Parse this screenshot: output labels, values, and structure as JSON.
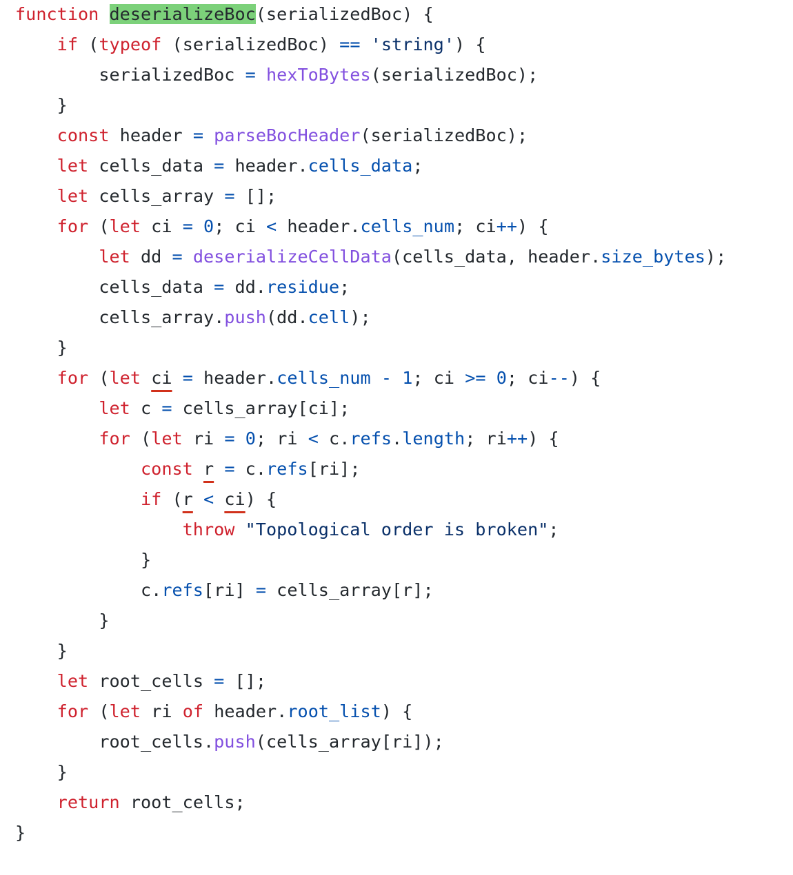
{
  "colors": {
    "keyword": "#cf222e",
    "function": "#8250df",
    "property": "#0550ae",
    "number": "#0550ae",
    "operator": "#0550ae",
    "string": "#0a3069",
    "text": "#24292e",
    "highlight": "#7cd17a",
    "underline": "#d1311b"
  },
  "code": {
    "lines": [
      {
        "tokens": [
          {
            "t": "function",
            "k": "kw"
          },
          {
            "t": " ",
            "k": "plain"
          },
          {
            "t": "deserializeBoc",
            "k": "plain",
            "hl": true
          },
          {
            "t": "(serializedBoc) {",
            "k": "plain"
          }
        ]
      },
      {
        "tokens": [
          {
            "t": "    ",
            "k": "plain"
          },
          {
            "t": "if",
            "k": "kw"
          },
          {
            "t": " (",
            "k": "plain"
          },
          {
            "t": "typeof",
            "k": "kw"
          },
          {
            "t": " (serializedBoc) ",
            "k": "plain"
          },
          {
            "t": "==",
            "k": "op"
          },
          {
            "t": " ",
            "k": "plain"
          },
          {
            "t": "'string'",
            "k": "str"
          },
          {
            "t": ") {",
            "k": "plain"
          }
        ]
      },
      {
        "tokens": [
          {
            "t": "        serializedBoc ",
            "k": "plain"
          },
          {
            "t": "=",
            "k": "op"
          },
          {
            "t": " ",
            "k": "plain"
          },
          {
            "t": "hexToBytes",
            "k": "fn"
          },
          {
            "t": "(serializedBoc);",
            "k": "plain"
          }
        ]
      },
      {
        "tokens": [
          {
            "t": "    }",
            "k": "plain"
          }
        ]
      },
      {
        "tokens": [
          {
            "t": "    ",
            "k": "plain"
          },
          {
            "t": "const",
            "k": "kw"
          },
          {
            "t": " header ",
            "k": "plain"
          },
          {
            "t": "=",
            "k": "op"
          },
          {
            "t": " ",
            "k": "plain"
          },
          {
            "t": "parseBocHeader",
            "k": "fn"
          },
          {
            "t": "(serializedBoc);",
            "k": "plain"
          }
        ]
      },
      {
        "tokens": [
          {
            "t": "    ",
            "k": "plain"
          },
          {
            "t": "let",
            "k": "kw"
          },
          {
            "t": " cells_data ",
            "k": "plain"
          },
          {
            "t": "=",
            "k": "op"
          },
          {
            "t": " header.",
            "k": "plain"
          },
          {
            "t": "cells_data",
            "k": "prop"
          },
          {
            "t": ";",
            "k": "plain"
          }
        ]
      },
      {
        "tokens": [
          {
            "t": "    ",
            "k": "plain"
          },
          {
            "t": "let",
            "k": "kw"
          },
          {
            "t": " cells_array ",
            "k": "plain"
          },
          {
            "t": "=",
            "k": "op"
          },
          {
            "t": " [];",
            "k": "plain"
          }
        ]
      },
      {
        "tokens": [
          {
            "t": "    ",
            "k": "plain"
          },
          {
            "t": "for",
            "k": "kw"
          },
          {
            "t": " (",
            "k": "plain"
          },
          {
            "t": "let",
            "k": "kw"
          },
          {
            "t": " ci ",
            "k": "plain"
          },
          {
            "t": "=",
            "k": "op"
          },
          {
            "t": " ",
            "k": "plain"
          },
          {
            "t": "0",
            "k": "num"
          },
          {
            "t": "; ci ",
            "k": "plain"
          },
          {
            "t": "<",
            "k": "op"
          },
          {
            "t": " header.",
            "k": "plain"
          },
          {
            "t": "cells_num",
            "k": "prop"
          },
          {
            "t": "; ci",
            "k": "plain"
          },
          {
            "t": "++",
            "k": "op"
          },
          {
            "t": ") {",
            "k": "plain"
          }
        ]
      },
      {
        "tokens": [
          {
            "t": "        ",
            "k": "plain"
          },
          {
            "t": "let",
            "k": "kw"
          },
          {
            "t": " dd ",
            "k": "plain"
          },
          {
            "t": "=",
            "k": "op"
          },
          {
            "t": " ",
            "k": "plain"
          },
          {
            "t": "deserializeCellData",
            "k": "fn"
          },
          {
            "t": "(cells_data, header.",
            "k": "plain"
          },
          {
            "t": "size_bytes",
            "k": "prop"
          },
          {
            "t": ");",
            "k": "plain"
          }
        ]
      },
      {
        "tokens": [
          {
            "t": "        cells_data ",
            "k": "plain"
          },
          {
            "t": "=",
            "k": "op"
          },
          {
            "t": " dd.",
            "k": "plain"
          },
          {
            "t": "residue",
            "k": "prop"
          },
          {
            "t": ";",
            "k": "plain"
          }
        ]
      },
      {
        "tokens": [
          {
            "t": "        cells_array.",
            "k": "plain"
          },
          {
            "t": "push",
            "k": "fn"
          },
          {
            "t": "(dd.",
            "k": "plain"
          },
          {
            "t": "cell",
            "k": "prop"
          },
          {
            "t": ");",
            "k": "plain"
          }
        ]
      },
      {
        "tokens": [
          {
            "t": "    }",
            "k": "plain"
          }
        ]
      },
      {
        "tokens": [
          {
            "t": "    ",
            "k": "plain"
          },
          {
            "t": "for",
            "k": "kw"
          },
          {
            "t": " (",
            "k": "plain"
          },
          {
            "t": "let",
            "k": "kw"
          },
          {
            "t": " ",
            "k": "plain"
          },
          {
            "t": "ci",
            "k": "plain",
            "ul": true
          },
          {
            "t": " ",
            "k": "plain"
          },
          {
            "t": "=",
            "k": "op"
          },
          {
            "t": " header.",
            "k": "plain"
          },
          {
            "t": "cells_num",
            "k": "prop"
          },
          {
            "t": " ",
            "k": "plain"
          },
          {
            "t": "-",
            "k": "op"
          },
          {
            "t": " ",
            "k": "plain"
          },
          {
            "t": "1",
            "k": "num"
          },
          {
            "t": "; ci ",
            "k": "plain"
          },
          {
            "t": ">=",
            "k": "op"
          },
          {
            "t": " ",
            "k": "plain"
          },
          {
            "t": "0",
            "k": "num"
          },
          {
            "t": "; ci",
            "k": "plain"
          },
          {
            "t": "--",
            "k": "op"
          },
          {
            "t": ") {",
            "k": "plain"
          }
        ]
      },
      {
        "tokens": [
          {
            "t": "        ",
            "k": "plain"
          },
          {
            "t": "let",
            "k": "kw"
          },
          {
            "t": " c ",
            "k": "plain"
          },
          {
            "t": "=",
            "k": "op"
          },
          {
            "t": " cells_array[ci];",
            "k": "plain"
          }
        ]
      },
      {
        "tokens": [
          {
            "t": "        ",
            "k": "plain"
          },
          {
            "t": "for",
            "k": "kw"
          },
          {
            "t": " (",
            "k": "plain"
          },
          {
            "t": "let",
            "k": "kw"
          },
          {
            "t": " ri ",
            "k": "plain"
          },
          {
            "t": "=",
            "k": "op"
          },
          {
            "t": " ",
            "k": "plain"
          },
          {
            "t": "0",
            "k": "num"
          },
          {
            "t": "; ri ",
            "k": "plain"
          },
          {
            "t": "<",
            "k": "op"
          },
          {
            "t": " c.",
            "k": "plain"
          },
          {
            "t": "refs",
            "k": "prop"
          },
          {
            "t": ".",
            "k": "plain"
          },
          {
            "t": "length",
            "k": "prop"
          },
          {
            "t": "; ri",
            "k": "plain"
          },
          {
            "t": "++",
            "k": "op"
          },
          {
            "t": ") {",
            "k": "plain"
          }
        ]
      },
      {
        "tokens": [
          {
            "t": "            ",
            "k": "plain"
          },
          {
            "t": "const",
            "k": "kw"
          },
          {
            "t": " ",
            "k": "plain"
          },
          {
            "t": "r",
            "k": "plain",
            "ul": true
          },
          {
            "t": " ",
            "k": "plain"
          },
          {
            "t": "=",
            "k": "op"
          },
          {
            "t": " c.",
            "k": "plain"
          },
          {
            "t": "refs",
            "k": "prop"
          },
          {
            "t": "[ri];",
            "k": "plain"
          }
        ]
      },
      {
        "tokens": [
          {
            "t": "            ",
            "k": "plain"
          },
          {
            "t": "if",
            "k": "kw"
          },
          {
            "t": " (",
            "k": "plain"
          },
          {
            "t": "r",
            "k": "plain",
            "ul": true
          },
          {
            "t": " ",
            "k": "plain"
          },
          {
            "t": "<",
            "k": "op"
          },
          {
            "t": " ",
            "k": "plain"
          },
          {
            "t": "ci",
            "k": "plain",
            "ul": true
          },
          {
            "t": ") {",
            "k": "plain"
          }
        ]
      },
      {
        "tokens": [
          {
            "t": "                ",
            "k": "plain"
          },
          {
            "t": "throw",
            "k": "kw"
          },
          {
            "t": " ",
            "k": "plain"
          },
          {
            "t": "\"Topological order is broken\"",
            "k": "str"
          },
          {
            "t": ";",
            "k": "plain"
          }
        ]
      },
      {
        "tokens": [
          {
            "t": "            }",
            "k": "plain"
          }
        ]
      },
      {
        "tokens": [
          {
            "t": "            c.",
            "k": "plain"
          },
          {
            "t": "refs",
            "k": "prop"
          },
          {
            "t": "[ri] ",
            "k": "plain"
          },
          {
            "t": "=",
            "k": "op"
          },
          {
            "t": " cells_array[r];",
            "k": "plain"
          }
        ]
      },
      {
        "tokens": [
          {
            "t": "        }",
            "k": "plain"
          }
        ]
      },
      {
        "tokens": [
          {
            "t": "    }",
            "k": "plain"
          }
        ]
      },
      {
        "tokens": [
          {
            "t": "    ",
            "k": "plain"
          },
          {
            "t": "let",
            "k": "kw"
          },
          {
            "t": " root_cells ",
            "k": "plain"
          },
          {
            "t": "=",
            "k": "op"
          },
          {
            "t": " [];",
            "k": "plain"
          }
        ]
      },
      {
        "tokens": [
          {
            "t": "    ",
            "k": "plain"
          },
          {
            "t": "for",
            "k": "kw"
          },
          {
            "t": " (",
            "k": "plain"
          },
          {
            "t": "let",
            "k": "kw"
          },
          {
            "t": " ri ",
            "k": "plain"
          },
          {
            "t": "of",
            "k": "kw"
          },
          {
            "t": " header.",
            "k": "plain"
          },
          {
            "t": "root_list",
            "k": "prop"
          },
          {
            "t": ") {",
            "k": "plain"
          }
        ]
      },
      {
        "tokens": [
          {
            "t": "        root_cells.",
            "k": "plain"
          },
          {
            "t": "push",
            "k": "fn"
          },
          {
            "t": "(cells_array[ri]);",
            "k": "plain"
          }
        ]
      },
      {
        "tokens": [
          {
            "t": "    }",
            "k": "plain"
          }
        ]
      },
      {
        "tokens": [
          {
            "t": "    ",
            "k": "plain"
          },
          {
            "t": "return",
            "k": "kw"
          },
          {
            "t": " root_cells;",
            "k": "plain"
          }
        ]
      },
      {
        "tokens": [
          {
            "t": "}",
            "k": "plain"
          }
        ]
      }
    ]
  }
}
